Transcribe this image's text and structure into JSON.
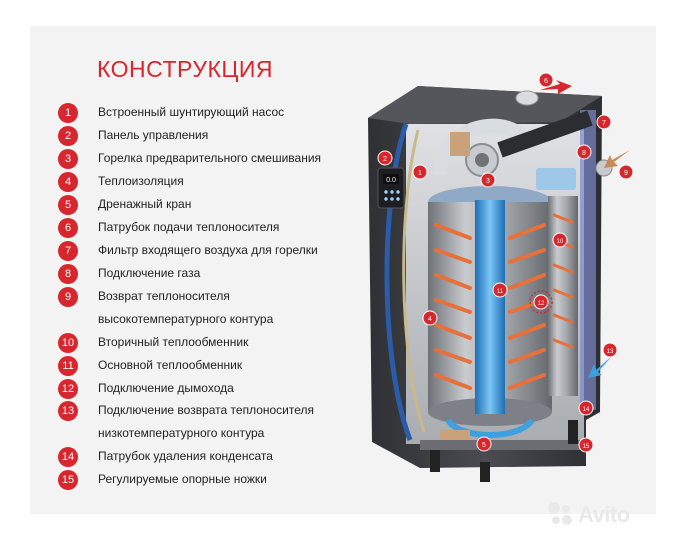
{
  "header": {
    "title": "КОНСТРУКЦИЯ"
  },
  "legend": [
    {
      "num": "1",
      "text": "Встроенный шунтирующий насос"
    },
    {
      "num": "2",
      "text": "Панель управления"
    },
    {
      "num": "3",
      "text": "Горелка предварительного смешивания"
    },
    {
      "num": "4",
      "text": "Теплоизоляция"
    },
    {
      "num": "5",
      "text": "Дренажный кран"
    },
    {
      "num": "6",
      "text": "Патрубок подачи теплоносителя"
    },
    {
      "num": "7",
      "text": "Фильтр входящего воздуха для горелки"
    },
    {
      "num": "8",
      "text": "Подключение газа"
    },
    {
      "num": "9",
      "text": "Возврат теплоносителя",
      "text2": "высокотемпературного контура"
    },
    {
      "num": "10",
      "text": "Вторичный теплообменник"
    },
    {
      "num": "11",
      "text": "Основной теплообменник"
    },
    {
      "num": "12",
      "text": "Подключение дымохода"
    },
    {
      "num": "13",
      "text": "Подключение возврата теплоносителя",
      "text2": "низкотемпературного контура"
    },
    {
      "num": "14",
      "text": "Патрубок удаления конденсата"
    },
    {
      "num": "15",
      "text": "Регулируемые  опорные ножки"
    }
  ],
  "callouts": [
    "1",
    "2",
    "3",
    "4",
    "5",
    "6",
    "7",
    "8",
    "9",
    "10",
    "11",
    "12",
    "13",
    "14",
    "15"
  ],
  "panel": {
    "display": "0.0"
  },
  "watermark": {
    "text": "Avito"
  },
  "colors": {
    "accent": "#d7262d",
    "body": "#3f4044",
    "tank": "#9fa2a7",
    "core": "#3fa0e0"
  }
}
